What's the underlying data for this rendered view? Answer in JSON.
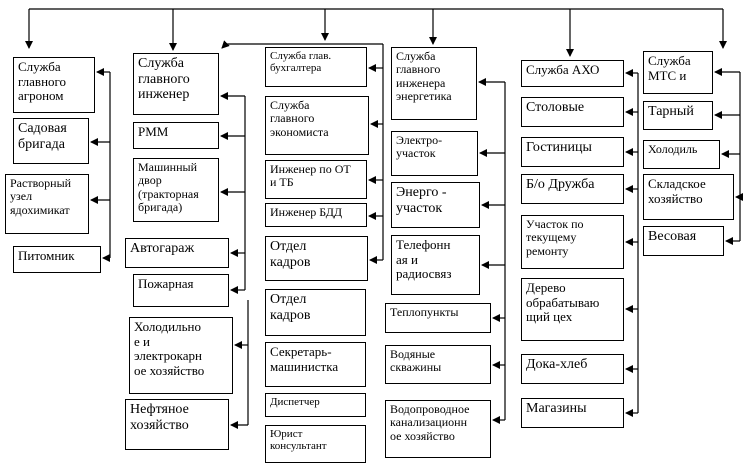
{
  "diagram": {
    "line_color": "#000000",
    "box_border_color": "#000000",
    "shadow_color": "#6b6b6b",
    "boxes": {
      "agronomist": "Служба\nглавного\nагроном",
      "garden_brigade": "Садовая\nбригада",
      "mortar_unit": "Растворный\nузел\nядохимикат",
      "nursery": "Питомник",
      "chief_engineer": "Служба\nглавного\nинженер",
      "rmm": "РММ",
      "machine_yard": "Машинный\nдвор\n(тракторная\nбригада)",
      "autogarage": "Автогараж",
      "fire_service": "Пожарная",
      "refrigeration": "Холодильно\nе и\nэлектрокарн\nое хозяйство",
      "oil_facility": "Нефтяное\nхозяйство",
      "chief_accountant": "Служба глав.\nбухгалтера",
      "chief_economist": "Служба\nглавного\nэкономиста",
      "ot_engineer": "Инженер по ОТ\nи ТБ",
      "bdd_engineer": "Инженер БДД",
      "hr_dept_1": "Отдел\nкадров",
      "hr_dept_2": "Отдел\nкадров",
      "secretary": "Секретарь-\nмашинистка",
      "dispatcher": "Диспетчер",
      "lawyer": "Юрист\nконсультант",
      "chief_power": "Служба\nглавного\nинженера\nэнергетика",
      "electro_section": "Электро-\nучасток",
      "energo_section": "Энерго -\nучасток",
      "telephone": "Телефонн\nая и\nрадиосвяз",
      "heat_points": "Теплопункты",
      "water_wells": "Водяные\nскважины",
      "water_sewer": "Водопроводное\nканализационн\nое хозяйство",
      "aho": "Служба АХО",
      "canteens": "Столовые",
      "hotels": "Гостиницы",
      "bo_druzhba": "Б/о Дружба",
      "repair_section": "Участок по\nтекущему\nремонту",
      "woodwork": "Дерево\nобрабатываю\nщий цех",
      "doka_bread": "Дока-хлеб",
      "shops": "Магазины",
      "mts": "Служба\nМТС и",
      "tare": "Тарный",
      "cold_storage": "Холодиль",
      "warehouse": "Складское\nхозяйство",
      "weighing": "Весовая"
    }
  }
}
